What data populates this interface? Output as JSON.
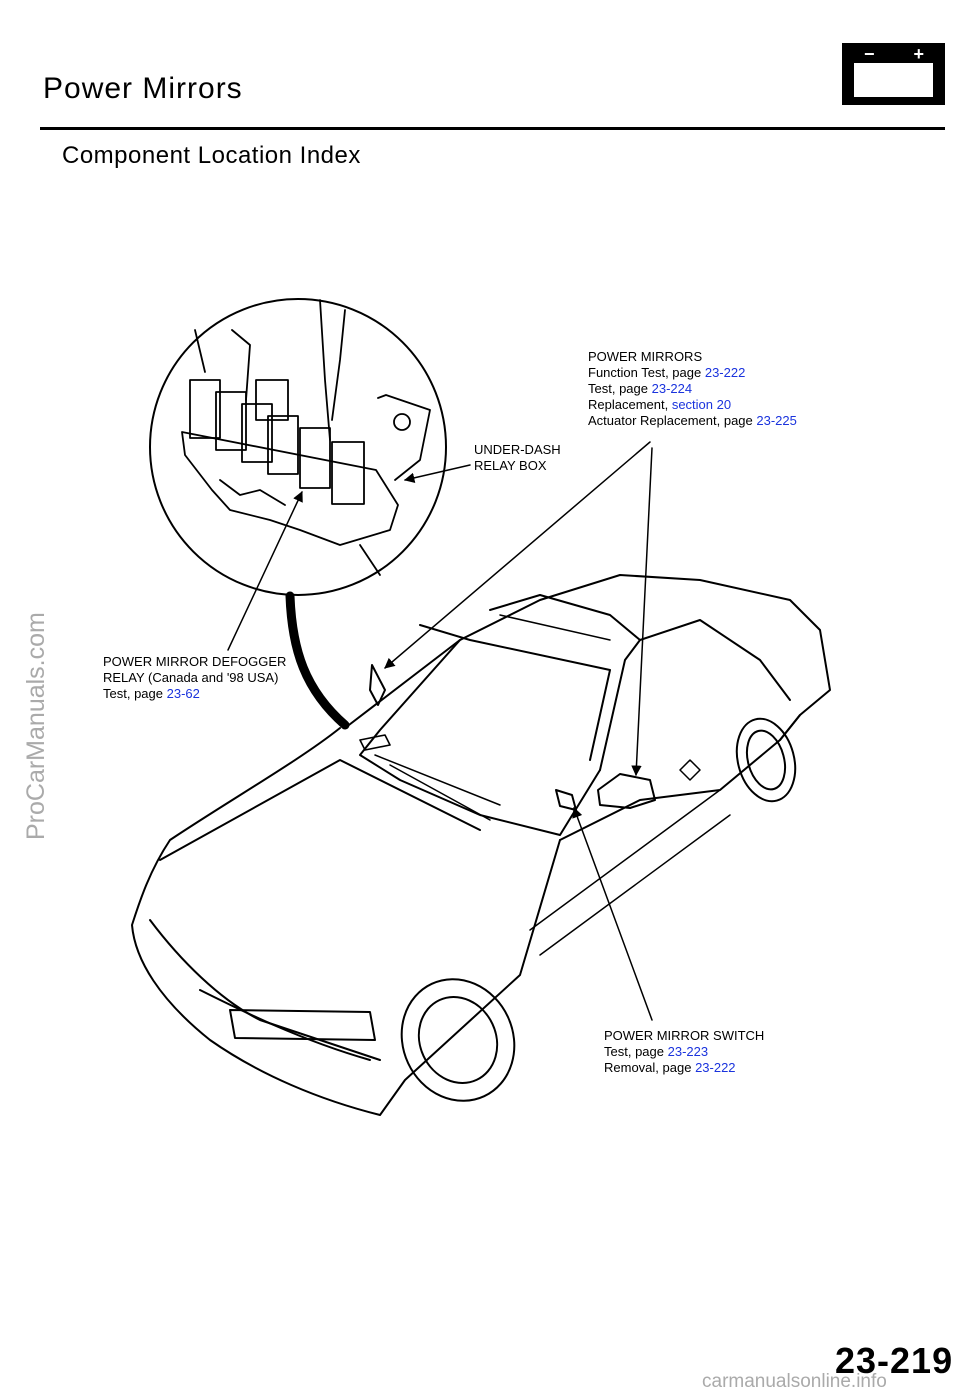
{
  "header": {
    "title": "Power Mirrors",
    "subtitle": "Component Location Index",
    "battery_minus": "−",
    "battery_plus": "+"
  },
  "watermark": "ProCarManuals.com",
  "labels": {
    "power_mirrors": {
      "title": "POWER MIRRORS",
      "function_test": "Function Test, page ",
      "function_test_ref": "23-222",
      "test": "Test, page ",
      "test_ref": "23-224",
      "replacement": "Replacement, ",
      "replacement_ref": "section 20",
      "actuator": "Actuator Replacement, page ",
      "actuator_ref": "23-225"
    },
    "relay_box": {
      "line1": "UNDER-DASH",
      "line2": "RELAY BOX"
    },
    "defogger": {
      "line1": "POWER MIRROR DEFOGGER",
      "line2": "RELAY (Canada and '98 USA)",
      "test": "Test, page ",
      "test_ref": "23-62"
    },
    "switch": {
      "title": "POWER MIRROR SWITCH",
      "test": "Test, page ",
      "test_ref": "23-223",
      "removal": "Removal, page ",
      "removal_ref": "23-222"
    }
  },
  "footer": {
    "page_number": "23-219",
    "site": "carmanualsonline.info"
  }
}
